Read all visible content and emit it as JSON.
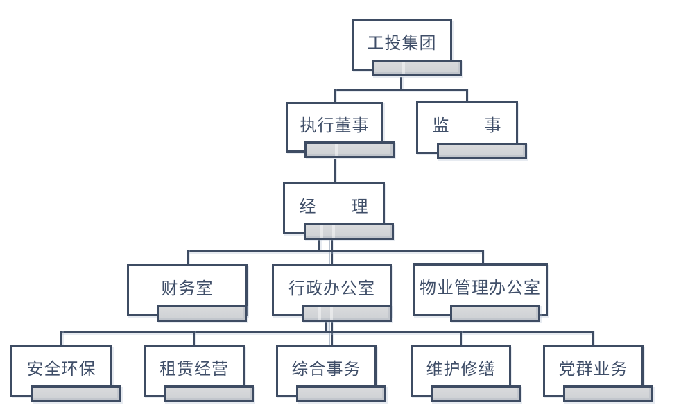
{
  "colors": {
    "border": "#3e4c63",
    "text": "#3f4e68",
    "bar_fill": "#d4d6d8",
    "background": "#ffffff"
  },
  "nodes": [
    {
      "id": "gongtou-group",
      "label": "工投集团",
      "level": 1,
      "parent": null
    },
    {
      "id": "executive-director",
      "label": "执行董事",
      "level": 2,
      "parent": "gongtou-group"
    },
    {
      "id": "supervisor",
      "label": "监　　事",
      "level": 2,
      "parent": "gongtou-group"
    },
    {
      "id": "manager",
      "label": "经　　理",
      "level": 3,
      "parent": "executive-director"
    },
    {
      "id": "finance-office",
      "label": "财务室",
      "level": 4,
      "parent": "manager"
    },
    {
      "id": "admin-office",
      "label": "行政办公室",
      "level": 4,
      "parent": "manager"
    },
    {
      "id": "property-mgmt-office",
      "label": "物业管理办公室",
      "level": 4,
      "parent": "manager"
    },
    {
      "id": "safety-environment",
      "label": "安全环保",
      "level": 5,
      "parent": "admin-office"
    },
    {
      "id": "leasing-operations",
      "label": "租赁经营",
      "level": 5,
      "parent": "admin-office"
    },
    {
      "id": "general-affairs",
      "label": "综合事务",
      "level": 5,
      "parent": "admin-office"
    },
    {
      "id": "maintenance-repair",
      "label": "维护修缮",
      "level": 5,
      "parent": "admin-office"
    },
    {
      "id": "party-mass-affairs",
      "label": "党群业务",
      "level": 5,
      "parent": "admin-office"
    }
  ]
}
